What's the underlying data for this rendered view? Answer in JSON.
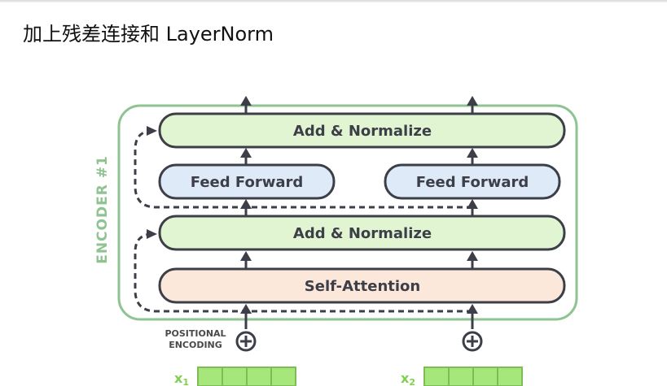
{
  "title": "加上残差连接和 LayerNorm",
  "encoder_label": "ENCODER #1",
  "boxes": {
    "add_normalize_top": "Add & Normalize",
    "feed_forward_left": "Feed Forward",
    "feed_forward_right": "Feed Forward",
    "add_normalize_bottom": "Add & Normalize",
    "self_attention": "Self-Attention"
  },
  "positional_encoding": {
    "line1": "POSITIONAL",
    "line2": "ENCODING"
  },
  "inputs": [
    {
      "main": "x",
      "sub": "1"
    },
    {
      "main": "x",
      "sub": "2"
    }
  ],
  "colors": {
    "encoder_border": "#8fc391",
    "encoder_label": "#8fc391",
    "add_norm_fill": "#e2f5d2",
    "feed_forward_fill": "#dfeaf8",
    "self_attention_fill": "#fbe8da",
    "box_stroke": "#3c3f48",
    "arrow": "#3c3f48",
    "input_cell_fill": "#a6e67a",
    "input_cell_stroke": "#7cbd55",
    "input_label": "#7ed04f"
  },
  "icons": {
    "positional_encoding_add": "circle-plus-icon",
    "flow_arrow": "arrow-up-icon"
  }
}
